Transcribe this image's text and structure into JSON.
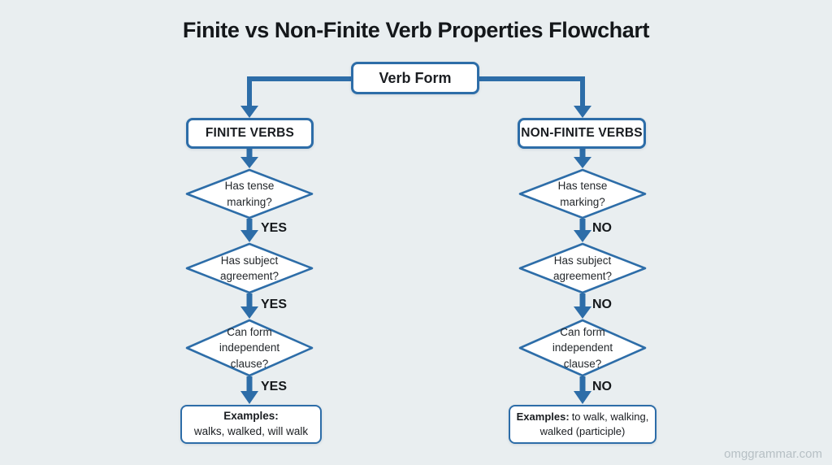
{
  "title": "Finite vs Non-Finite Verb Properties Flowchart",
  "watermark": "omggrammar.com",
  "colors": {
    "accent": "#2d6da8",
    "background": "#e9eef0",
    "node_fill": "#ffffff"
  },
  "root": {
    "label": "Verb Form"
  },
  "branches": {
    "left": {
      "header": "FINITE VERBS",
      "decisions": [
        "Has tense marking?",
        "Has subject agreement?",
        "Can form independent clause?"
      ],
      "edge_labels": [
        "YES",
        "YES",
        "YES"
      ],
      "examples_label": "Examples:",
      "examples_text": "walks, walked, will walk"
    },
    "right": {
      "header": "NON-FINITE VERBS",
      "decisions": [
        "Has tense marking?",
        "Has subject agreement?",
        "Can form independent clause?"
      ],
      "edge_labels": [
        "NO",
        "NO",
        "NO"
      ],
      "examples_label": "Examples:",
      "examples_text": "to walk, walking, walked (participle)"
    }
  }
}
